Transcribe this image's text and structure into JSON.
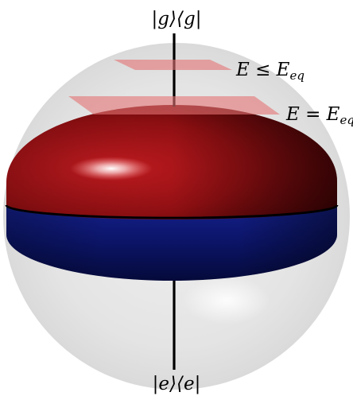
{
  "labels": {
    "top_pole": "|g⟩⟨g|",
    "bottom_pole": "|e⟩⟨e|",
    "plane_upper": "E ≤ E",
    "plane_upper_sub": "eq",
    "plane_lower": "E = E",
    "plane_lower_sub": "eq"
  },
  "colors": {
    "sphere_fill": "#e3e3e3",
    "upper_body": "#8e0f12",
    "upper_highlight": "#ffffff",
    "lower_body": "#0b1466",
    "planes": "#e57373",
    "axis": "#000000"
  }
}
